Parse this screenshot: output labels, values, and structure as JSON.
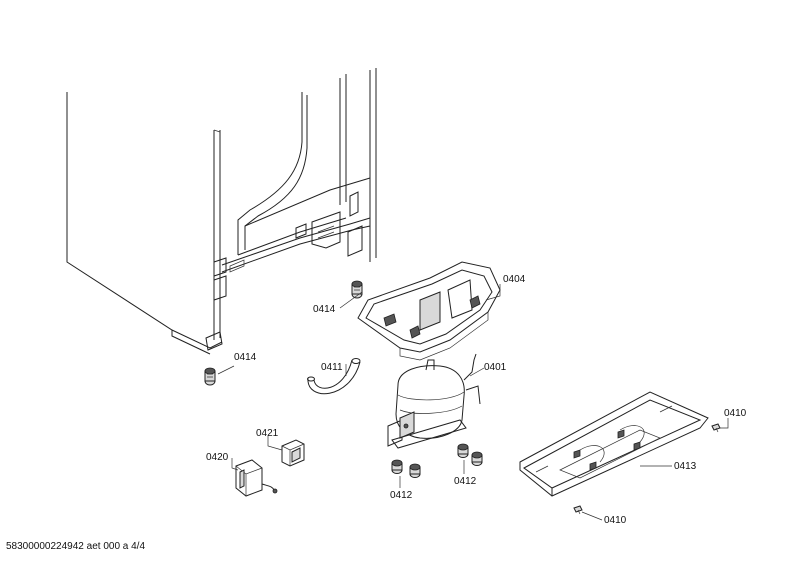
{
  "callouts": {
    "c0404": "0404",
    "c0414_top": "0414",
    "c0414_left": "0414",
    "c0411": "0411",
    "c0401": "0401",
    "c0410_top": "0410",
    "c0410_bottom": "0410",
    "c0413": "0413",
    "c0421": "0421",
    "c0420": "0420",
    "c0412_left": "0412",
    "c0412_right": "0412"
  },
  "footer": {
    "document_ref": "58300000224942 aet 000 a 4/4"
  }
}
